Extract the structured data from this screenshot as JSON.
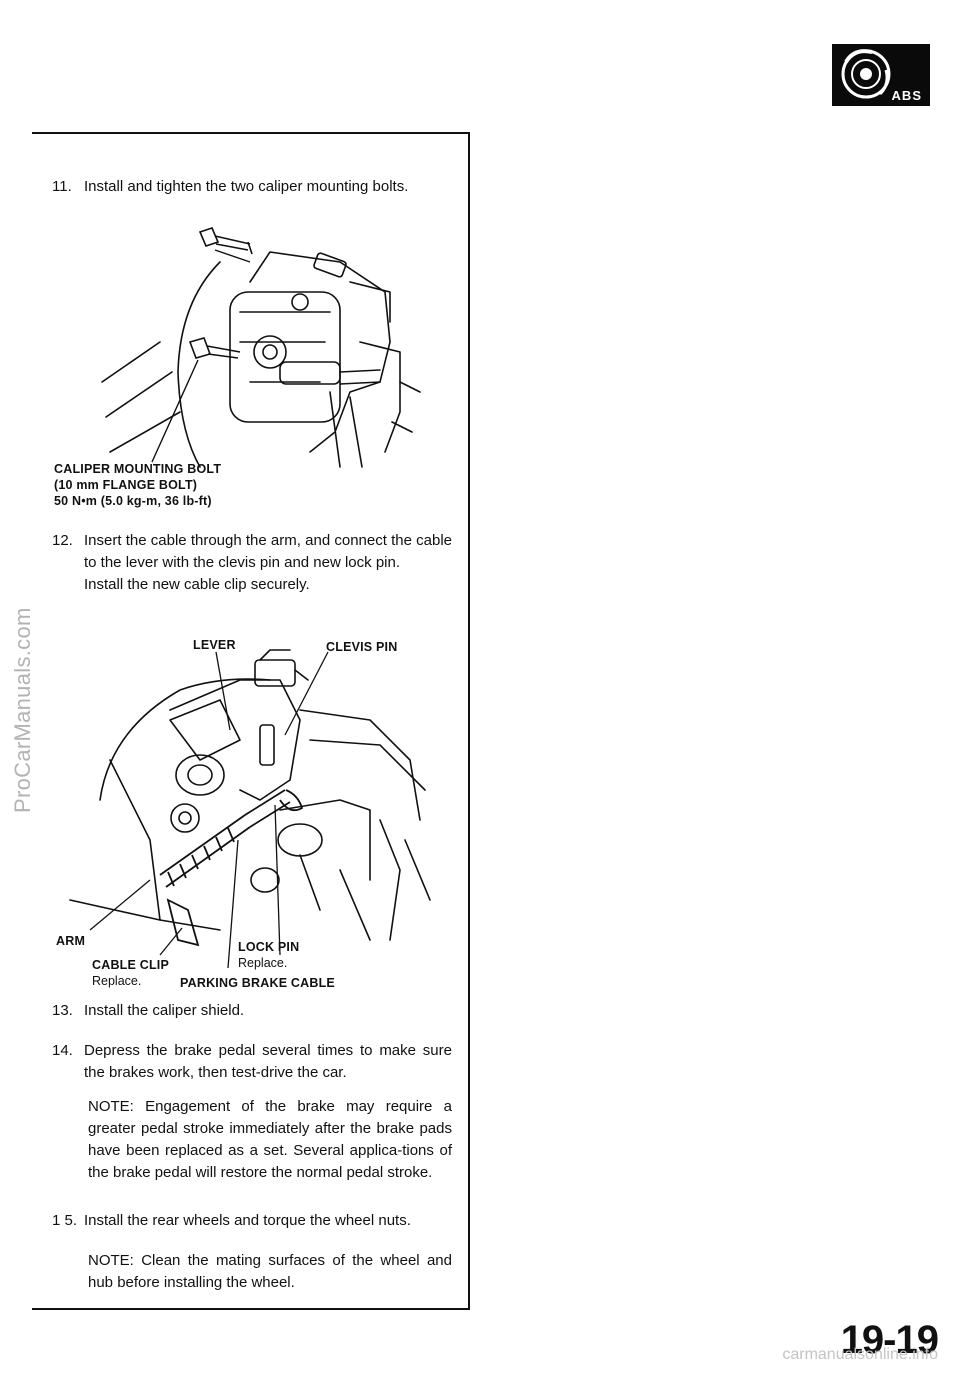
{
  "badge": {
    "label": "ABS"
  },
  "watermark": "ProCarManuals.com",
  "steps": [
    {
      "number": "11.",
      "text": "Install and tighten the two caliper mounting bolts."
    },
    {
      "number": "12.",
      "text": "Insert the cable through the arm, and connect the cable to the lever with the clevis pin and new lock pin.",
      "extra": "Install the new cable clip securely."
    },
    {
      "number": "13.",
      "text": "Install the caliper shield."
    },
    {
      "number": "14.",
      "text": "Depress the brake pedal several times to make sure the brakes work, then test-drive the car.",
      "note": "NOTE: Engagement of the brake may require a greater pedal stroke immediately after the brake pads have been replaced as a set. Several applica-tions of the brake pedal will restore the normal pedal stroke."
    },
    {
      "number": "1 5.",
      "text": "Install the rear wheels and torque the wheel nuts.",
      "note": "NOTE: Clean the mating surfaces of the wheel and hub before installing the wheel."
    }
  ],
  "figure1": {
    "label_line1": "CALIPER MOUNTING BOLT",
    "label_line2": "(10 mm FLANGE BOLT)",
    "label_line3": "50 N•m (5.0 kg-m, 36 lb-ft)"
  },
  "figure2": {
    "lever": "LEVER",
    "clevis_pin": "CLEVIS PIN",
    "arm": "ARM",
    "cable_clip": "CABLE CLIP",
    "cable_clip_note": "Replace.",
    "lock_pin": "LOCK PIN",
    "lock_pin_note": "Replace.",
    "parking_brake_cable": "PARKING BRAKE CABLE"
  },
  "page_number": "19-19",
  "footer_site": "carmanualsonline.info"
}
